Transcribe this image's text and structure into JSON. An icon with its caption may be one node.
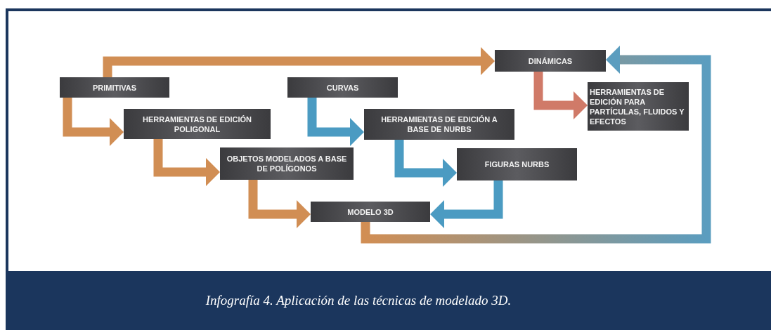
{
  "diagram": {
    "caption": "Infografía 4. Aplicación de las técnicas de modelado 3D.",
    "nodes": [
      {
        "text": [
          "PRIMITIVAS"
        ]
      },
      {
        "text": [
          "HERRAMIENTAS DE EDICIÓN POLIGONAL"
        ]
      },
      {
        "text": [
          "OBJETOS MODELADOS A BASE DE POLÍGONOS"
        ]
      },
      {
        "text": [
          "MODELO 3D"
        ]
      },
      {
        "text": [
          "CURVAS"
        ]
      },
      {
        "text": [
          "HERRAMIENTAS DE EDICIÓN A BASE DE NURBS"
        ]
      },
      {
        "text": [
          "FIGURAS NURBS"
        ]
      },
      {
        "text": [
          "DINÁMICAS"
        ]
      },
      {
        "text": [
          "HERRAMIENTAS DE EDICIÓN PARA PARTÍCULAS, FLUIDOS Y EFECTOS"
        ]
      }
    ],
    "edges": [
      {
        "from": 0,
        "to": 7,
        "arrow": "to"
      },
      {
        "from": 0,
        "to": 1,
        "arrow": "to"
      },
      {
        "from": 1,
        "to": 2,
        "arrow": "to"
      },
      {
        "from": 2,
        "to": 3,
        "arrow": "to"
      },
      {
        "from": 4,
        "to": 5,
        "arrow": "to",
        "color": "#4b9bc2"
      },
      {
        "from": 5,
        "to": 6,
        "arrow": "to",
        "color": "#4b9bc2"
      },
      {
        "from": 6,
        "to": 3,
        "arrow": "to",
        "color": "#4b9bc2"
      },
      {
        "from": 7,
        "to": 8,
        "arrow": "to",
        "color": "#d07a68"
      },
      {
        "from": 3,
        "to": 7,
        "arrow": "to",
        "color": "#5b9dbf"
      }
    ]
  }
}
